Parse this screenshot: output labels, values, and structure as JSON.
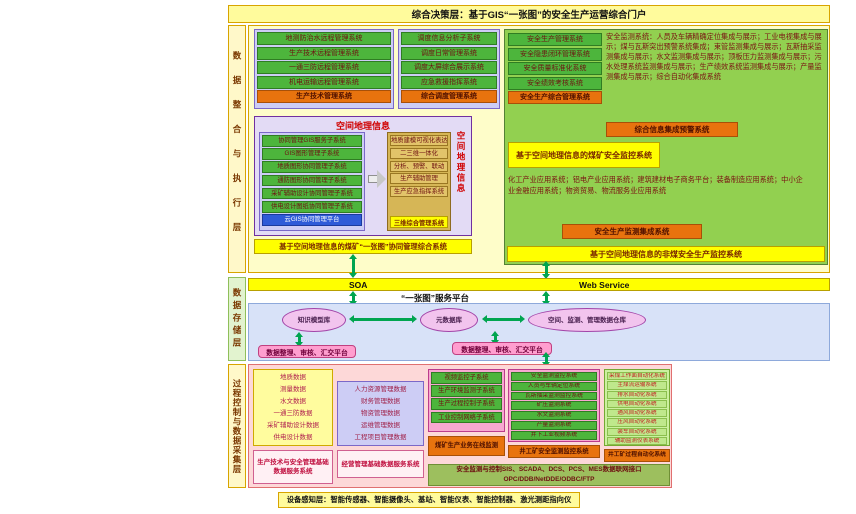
{
  "colors": {
    "item_green": "#4DB53C",
    "footer_orange": "#E8730E",
    "highlight_yellow": "#FFFF00",
    "section_green": "#92D050",
    "panel_lavender": "#CDCDF5",
    "cloud_blue": "#2E5BD8",
    "arrow_green": "#00A550"
  },
  "layers": {
    "decision": "综合决策层：基于GIS“一张图”的安全生产运营综合门户",
    "integration_label": "数据整合与执行层",
    "storage_label": "数据存储层",
    "process_label": "过程控制与数据采集层",
    "perception": "设备感知层：智能传感器、智能摄像头、基站、智能仪表、智能控制器、激光测距指向仪"
  },
  "integration": {
    "tech_box": {
      "items": [
        "地测防治水远程管理系统",
        "生产技术远程管理系统",
        "一通三防远程管理系统",
        "机电运输远程管理系统"
      ],
      "footer": "生产技术管理系统"
    },
    "dispatch_box": {
      "items": [
        "调度信息分析子系统",
        "调度日常管理系统",
        "调度大屏综合展示系统",
        "应急救援指挥系统"
      ],
      "footer": "综合调度管理系统"
    },
    "safety_box": {
      "items": [
        "安全生产管理系统",
        "安全隐患闭环管理系统",
        "安全质量标准化系统",
        "安全绩效考核系统"
      ],
      "footer": "安全生产综合管理系统"
    },
    "monitor_text": "安全监测系统：人员及车辆精确定位集成与展示；工业电视集成与展示；煤与瓦斯突出预警系统集成；束管监测集成与展示；瓦斯抽采监测集成与展示；水文监测集成与展示；顶板压力监测集成与展示；污水处理系统监测集成与展示；生产绩效系统监测集成与展示；产量监测集成与展示；综合自动化集成系统",
    "warning_footer": "综合信息集成预警系统",
    "coal_bar": "基于空间地理信息的煤矿安全监控系统",
    "industry_text": "化工产业应用系统；铝电产业应用系统；建筑建材电子商务平台；装备制造应用系统；中小企业金融应用系统；物资贸易、物流服务业应用系统",
    "industry_footer": "安全生产监测集成系统",
    "noncoal_bar": "基于空间地理信息的非煤安全生产监控系统",
    "gis": {
      "title": "空间地理信息",
      "side_label": "空间地理信息",
      "items": [
        "协同管理GIS服务子系统",
        "GIS图形管理子系统",
        "地质图形协同管理子系统",
        "通防图形协同管理子系统",
        "采矿辅助设计协同管理子系统",
        "供电设计图纸协同管理子系统"
      ],
      "cloud": "云GIS协同管理平台",
      "right_items": [
        "地质建模可视化表达",
        "二三维一体化",
        "分析、预警、联动",
        "生产辅助管理",
        "生产应急指挥系统"
      ],
      "right_footer": "三维综合管理系统",
      "footer": "基于空间地理信息的煤矿“一张图”协同管理综合系统"
    }
  },
  "service": {
    "soa": "SOA",
    "web_service": "Web Service",
    "platform": "“一张图”服务平台"
  },
  "storage": {
    "databases": [
      "知识模型库",
      "元数据库",
      "空间、监测、管理数据仓库"
    ],
    "platform_left": "数据整理、审核、汇交平台",
    "platform_right": "数据整理、审核、汇交平台"
  },
  "process": {
    "col1": {
      "items": [
        "地质数据",
        "测量数据",
        "水文数据",
        "一通三防数据",
        "采矿辅助设计数据",
        "供电设计数据"
      ],
      "footer": "生产技术与安全管理基础数据服务系统"
    },
    "col2": {
      "items": [
        "人力资源管理数据",
        "财务管理数据",
        "物资管理数据",
        "运维管理数据",
        "工程项目管理数据"
      ],
      "footer": "经营管理基础数据服务系统"
    },
    "col3": {
      "items": [
        "视频监控子系统",
        "生产环境监测子系统",
        "生产过程控制子系统",
        "工业控制网络子系统"
      ],
      "footer": "煤矿生产业务在线监测"
    },
    "col4": {
      "items": [
        "安全监测监控系统",
        "人员与车辆定位系统",
        "瓦斯抽采监测监控系统",
        "矿压监测系统",
        "水文监测系统",
        "产量监测系统",
        "井下工业视频系统"
      ],
      "footer": "井工矿安全监测监控系统"
    },
    "col5": {
      "items": [
        "采煤工作面自动化系统",
        "主煤流运输系统",
        "排水自动化系统",
        "供电自动化系统",
        "通风自动化系统",
        "压风自动化系统",
        "装车自动化系统",
        "辅助监测仪表系统"
      ],
      "footer": "井工矿过程自动化系统"
    },
    "interface_line1": "安全监测与控制SIS、SCADA、DCS、PCS、MES数据联网接口",
    "interface_line2": "OPC/DDB/NetDDE/ODBC/FTP"
  }
}
